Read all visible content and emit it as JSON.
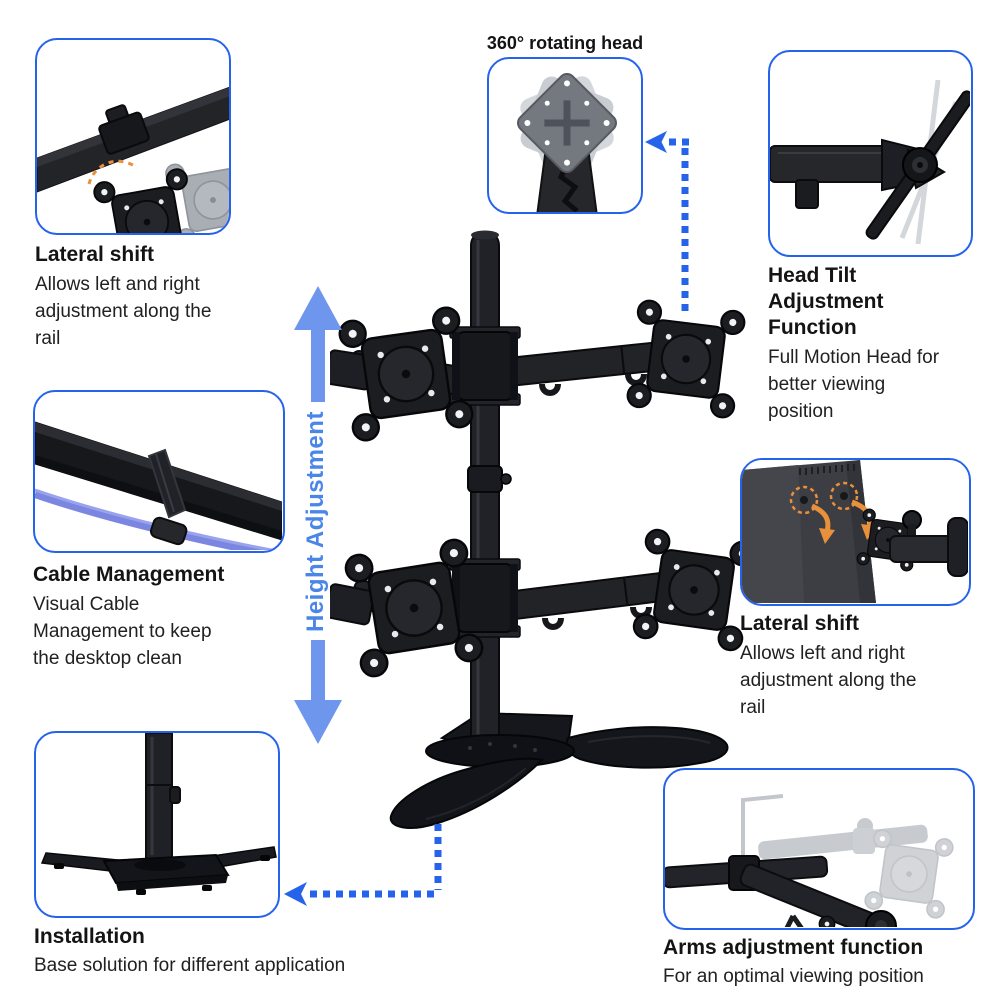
{
  "colors": {
    "background": "#ffffff",
    "box_border": "#2563eb",
    "dotted_arrow": "#2563eb",
    "height_arrow": "#6e96ec",
    "height_label": "#4a86e8",
    "heading_text": "#141414",
    "body_text": "#212121",
    "accent_orange": "#e8913a",
    "cable_blue": "#7b86e0",
    "product_black": "#1c1d21",
    "ghost_gray": "#a9aeb5"
  },
  "icons": {
    "height_up_arrow": "↑",
    "height_down_arrow": "↓",
    "rotating_head_connector": "⬅ dotted",
    "installation_connector": "⬅ dotted"
  },
  "features": {
    "lateral_shift_top": {
      "title": "Lateral shift",
      "description": "Allows left and right\nadjustment along the\nrail"
    },
    "rotating_head": {
      "title": "360° rotating head"
    },
    "head_tilt": {
      "title": "Head Tilt\nAdjustment\nFunction",
      "description": "Full Motion Head for\nbetter viewing\nposition"
    },
    "cable_management": {
      "title": "Cable Management",
      "description": "Visual Cable\nManagement to keep\nthe desktop clean"
    },
    "lateral_shift_right": {
      "title": "Lateral shift",
      "description": "Allows left and right\nadjustment along the\nrail"
    },
    "installation": {
      "title": "Installation",
      "description": "Base solution for different application"
    },
    "arms_adjustment": {
      "title": "Arms adjustment function",
      "description": "For an optimal viewing position"
    }
  },
  "annotations": {
    "height_adjustment": "Height Adjustment"
  }
}
